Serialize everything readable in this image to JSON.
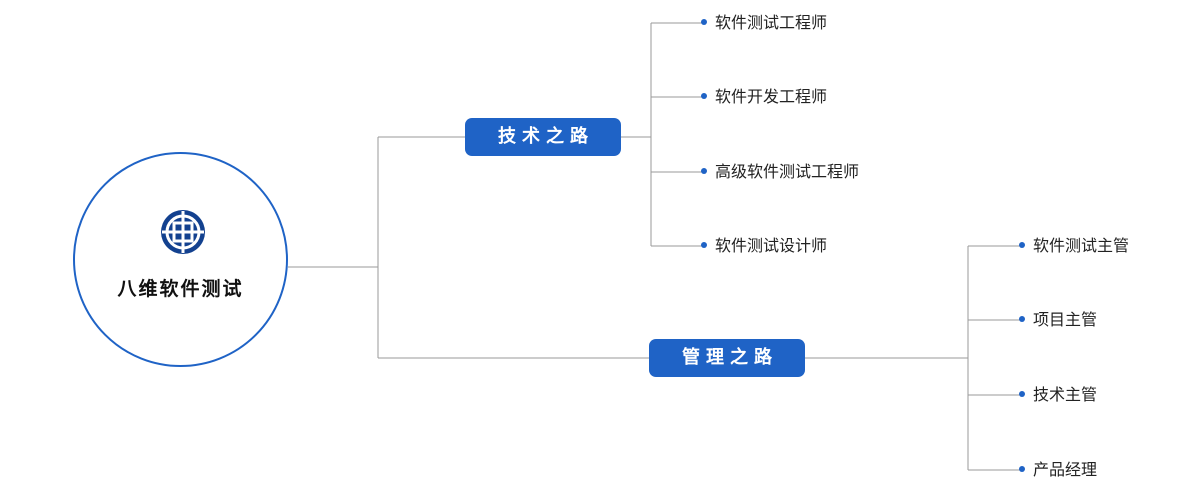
{
  "diagram": {
    "root": {
      "label": "八维软件测试",
      "logo_icon": "globe-icon"
    },
    "branches": [
      {
        "id": "tech",
        "label": "技术之路",
        "leaves": [
          "软件测试工程师",
          "软件开发工程师",
          "高级软件测试工程师",
          "软件测试设计师"
        ]
      },
      {
        "id": "mgmt",
        "label": "管理之路",
        "leaves": [
          "软件测试主管",
          "项目主管",
          "技术主管",
          "产品经理"
        ]
      }
    ],
    "colors": {
      "accent": "#1f63c6",
      "connector": "#9a9a9a",
      "text": "#222222"
    }
  }
}
